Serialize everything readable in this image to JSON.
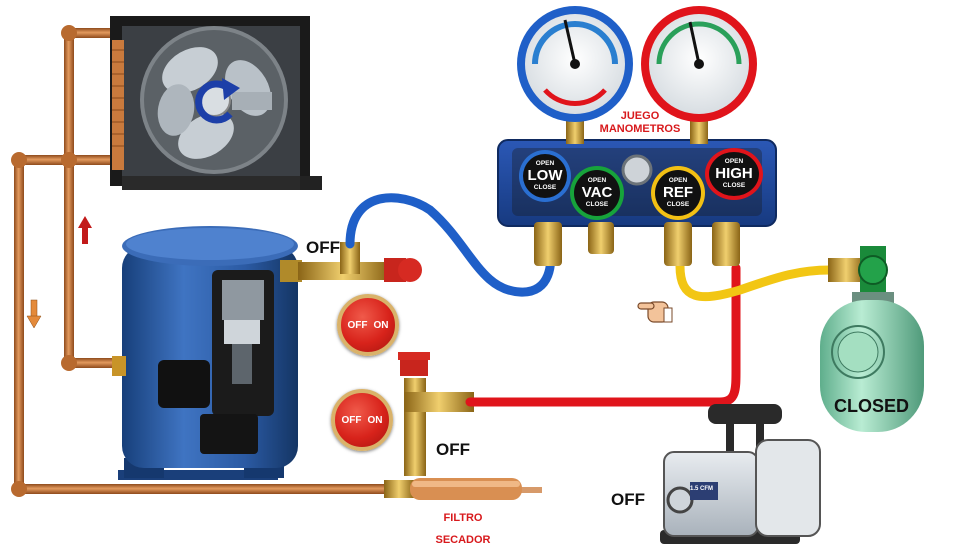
{
  "labels": {
    "off_top": "OFF",
    "off_middle": "OFF",
    "off_pump": "OFF",
    "closed": "CLOSED",
    "juego_line1": "JUEGO",
    "juego_line2": "MANOMETROS",
    "filtro_line1": "FILTRO",
    "filtro_line2": "SECADOR"
  },
  "switches": [
    {
      "off": "OFF",
      "on": "ON"
    },
    {
      "off": "OFF",
      "on": "ON"
    }
  ],
  "manifold_knobs": [
    {
      "name": "LOW",
      "open": "OPEN",
      "close": "CLOSE",
      "color": "#2a6fd1"
    },
    {
      "name": "VAC",
      "open": "OPEN",
      "close": "CLOSE",
      "color": "#17a33b"
    },
    {
      "name": "REF",
      "open": "OPEN",
      "close": "CLOSE",
      "color": "#f2c014"
    },
    {
      "name": "HIGH",
      "open": "OPEN",
      "close": "CLOSE",
      "color": "#e0141b"
    }
  ],
  "pump": {
    "badge": "1.5 CFM"
  },
  "colors": {
    "copper": "#c9753a",
    "compressor_blue": "#2f5fa8",
    "hose_blue": "#1f5fc8",
    "hose_red": "#e0141b",
    "hose_yellow": "#f2c614",
    "brass": "#d9a93a",
    "tank_green": "#8fd6b4"
  },
  "icons": [
    "fan-icon",
    "rotation-arrow-icon",
    "up-arrow-icon",
    "down-arrow-icon",
    "pointing-hand-icon"
  ]
}
